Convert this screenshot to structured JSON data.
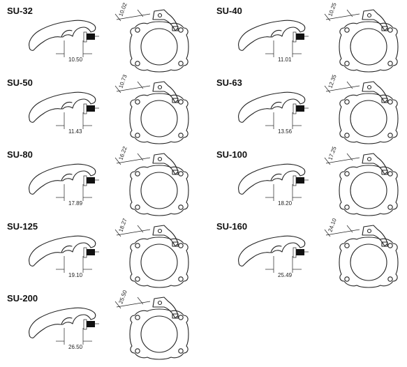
{
  "models": [
    {
      "name": "SU-32",
      "clamp_width": "10.50",
      "head_offset": "10.02"
    },
    {
      "name": "SU-40",
      "clamp_width": "11.01",
      "head_offset": "10.25"
    },
    {
      "name": "SU-50",
      "clamp_width": "11.43",
      "head_offset": "10.73"
    },
    {
      "name": "SU-63",
      "clamp_width": "13.56",
      "head_offset": "12.35"
    },
    {
      "name": "SU-80",
      "clamp_width": "17.89",
      "head_offset": "16.22"
    },
    {
      "name": "SU-100",
      "clamp_width": "18.20",
      "head_offset": "17.25"
    },
    {
      "name": "SU-125",
      "clamp_width": "19.10",
      "head_offset": "18.27"
    },
    {
      "name": "SU-160",
      "clamp_width": "25.49",
      "head_offset": "24.10"
    },
    {
      "name": "SU-200",
      "clamp_width": "26.50",
      "head_offset": "25.50"
    }
  ]
}
